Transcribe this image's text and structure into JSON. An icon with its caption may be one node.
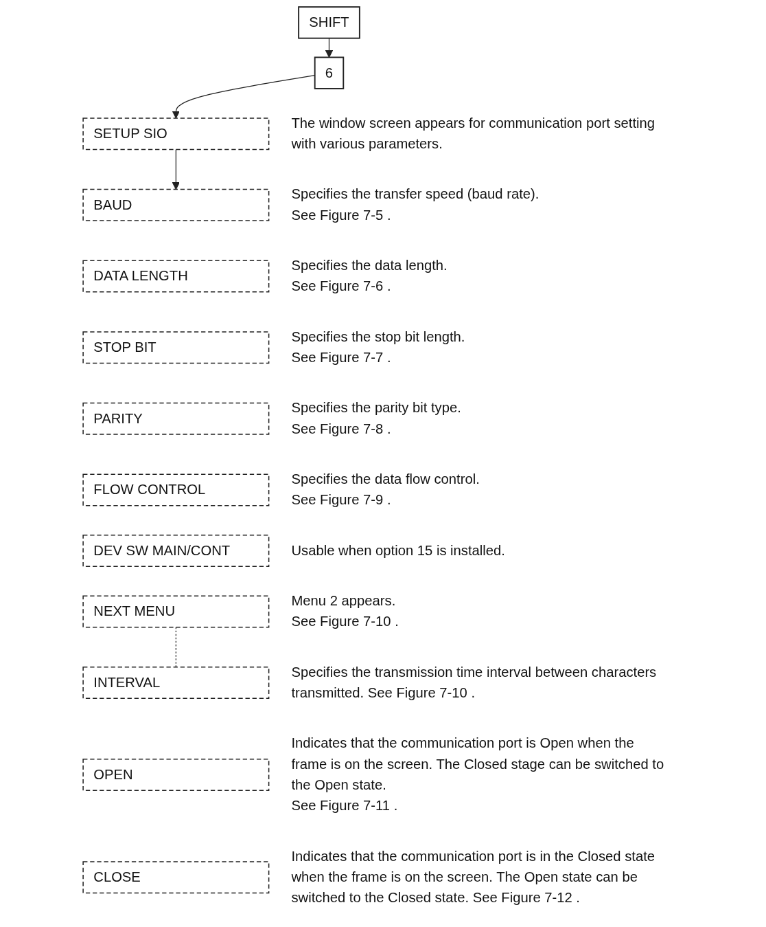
{
  "diagram": {
    "nodes": [
      {
        "text": [
          "SHIFT"
        ]
      },
      {
        "text": [
          "6"
        ]
      },
      {
        "text": [
          "SETUP SIO"
        ],
        "beside": [
          "The window screen appears for communication port setting with various parameters."
        ]
      },
      {
        "text": [
          "BAUD"
        ],
        "beside": [
          "Specifies the transfer speed (baud rate).",
          "See Figure 7-5 ."
        ]
      },
      {
        "text": [
          "DATA LENGTH"
        ],
        "beside": [
          "Specifies the data length.",
          "See Figure 7-6 ."
        ]
      },
      {
        "text": [
          "STOP BIT"
        ],
        "beside": [
          "Specifies the stop bit length.",
          "See Figure 7-7 ."
        ]
      },
      {
        "text": [
          "PARITY"
        ],
        "beside": [
          "Specifies the parity bit type.",
          "See Figure 7-8 ."
        ]
      },
      {
        "text": [
          "FLOW CONTROL"
        ],
        "beside": [
          "Specifies the data flow control.",
          "See Figure 7-9 ."
        ]
      },
      {
        "text": [
          "DEV SW MAIN/CONT"
        ],
        "beside": [
          "Usable when option 15 is installed."
        ]
      },
      {
        "text": [
          "NEXT MENU"
        ],
        "beside": [
          "Menu 2 appears.",
          "See Figure 7-10 ."
        ]
      },
      {
        "text": [
          "INTERVAL"
        ],
        "beside": [
          "Specifies the transmission time interval between characters transmitted. See Figure 7-10 ."
        ]
      },
      {
        "text": [
          "OPEN"
        ],
        "beside": [
          "Indicates that the communication port is Open when the frame is on the screen. The Closed stage can be switched to the Open state.",
          "See Figure 7-11 ."
        ]
      },
      {
        "text": [
          "CLOSE"
        ],
        "beside": [
          "Indicates that the communication port is in the Closed state when the frame is on the screen. The Open state can be switched to the Closed state. See Figure 7-12 ."
        ]
      }
    ],
    "edges": [
      {
        "from": 0,
        "to": 1,
        "arrow": "to"
      },
      {
        "from": 1,
        "to": 2,
        "arrow": "to"
      },
      {
        "from": 2,
        "to": 3,
        "arrow": "to"
      },
      {
        "from": 9,
        "to": 10,
        "arrow": "none",
        "style": "dashed"
      }
    ]
  }
}
